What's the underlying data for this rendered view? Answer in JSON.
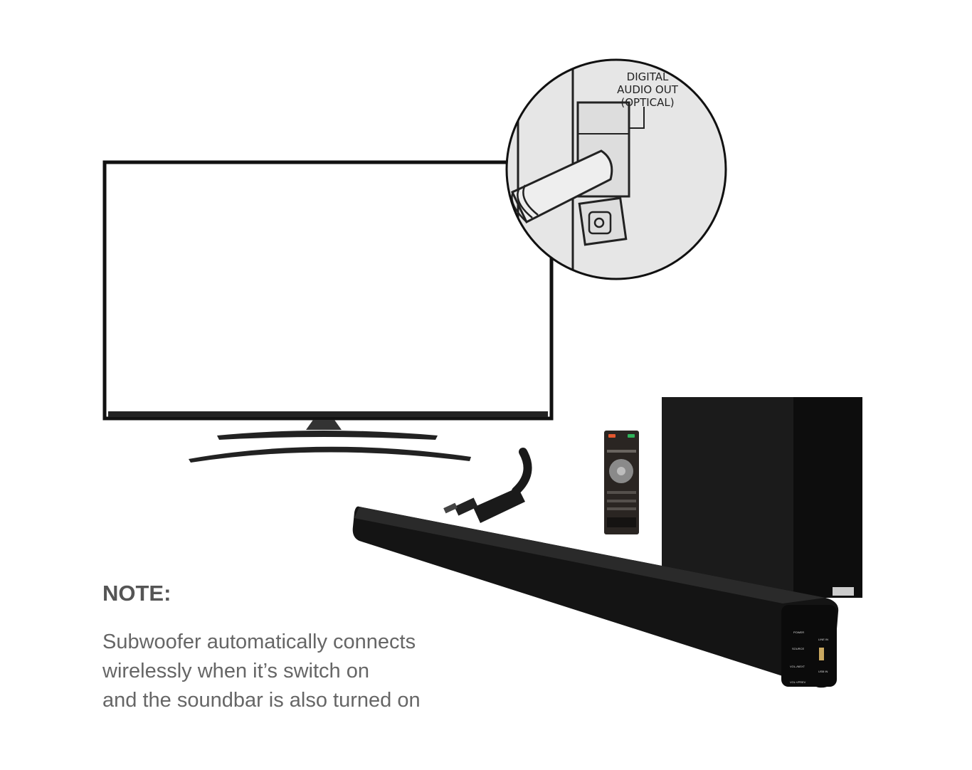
{
  "callout": {
    "lines": [
      "DIGITAL",
      "AUDIO OUT",
      "(OPTICAL)"
    ]
  },
  "soundbar_panel": {
    "buttons": [
      "POWER",
      "SOURCE",
      "VOL-/NEXT",
      "VOL+/PREV"
    ],
    "ports": [
      "LINE IN",
      "USB IN"
    ]
  },
  "note": {
    "title": "NOTE:",
    "lines": [
      "Subwoofer automatically connects",
      "wirelessly when it’s switch on",
      "and the soundbar is also turned on"
    ]
  },
  "colors": {
    "text_title": "#555555",
    "text_body": "#666666",
    "device_black": "#111111",
    "callout_fill": "#e6e6e6",
    "remote_red": "#e4572e",
    "remote_green": "#2fb35a"
  }
}
